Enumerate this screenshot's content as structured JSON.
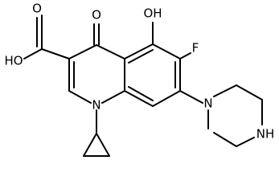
{
  "atoms": {
    "carbonyl_oxygen": "O",
    "hydroxyl": "OH",
    "fluorine": "F",
    "carboxyl_hydroxyl": "HO",
    "carboxyl_oxygen": "O",
    "ring_nitrogen": "N",
    "piperazine_nitrogen": "N",
    "piperazine_nh": "NH"
  }
}
